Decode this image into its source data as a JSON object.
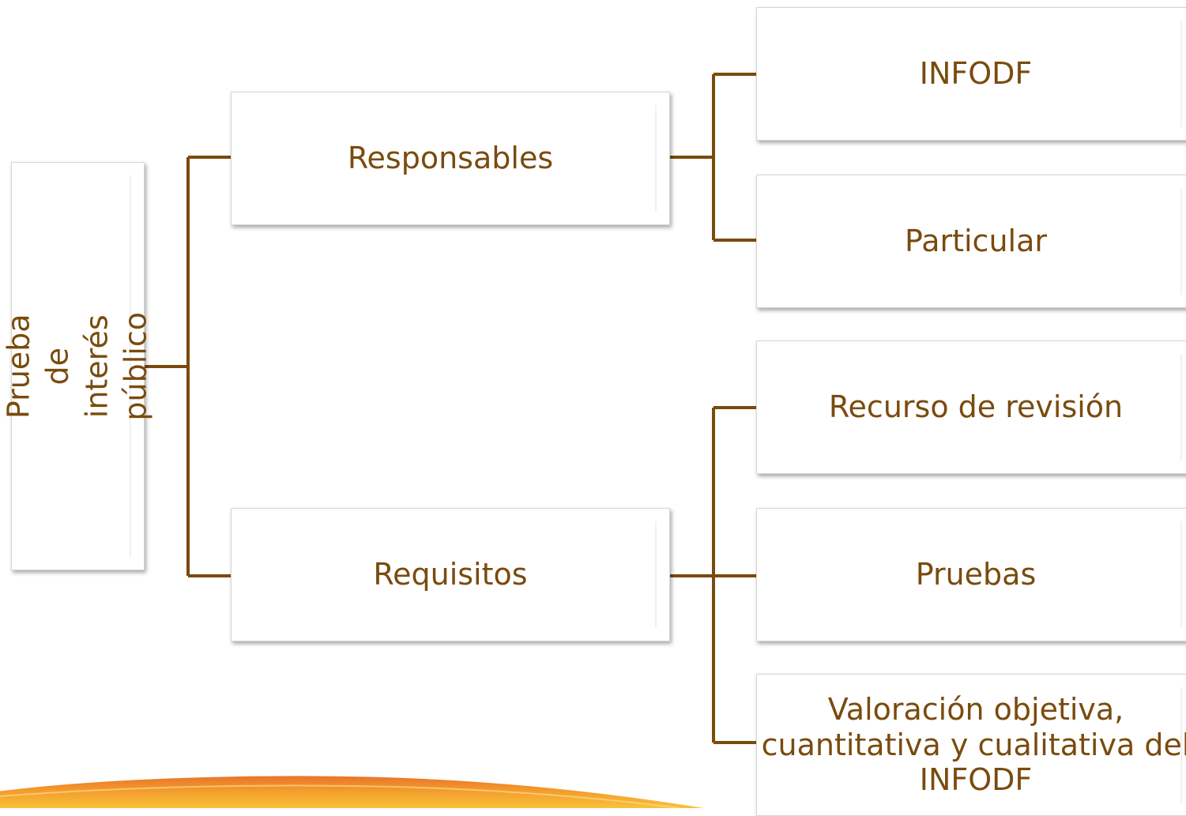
{
  "diagram": {
    "root": {
      "line1": "Prueba de interés",
      "line2": "público"
    },
    "branches": [
      {
        "label": "Responsables",
        "children": [
          "INFODF",
          "Particular"
        ]
      },
      {
        "label": "Requisitos",
        "children": [
          "Recurso de revisión",
          "Pruebas",
          "Valoración objetiva, cuantitativa y cualitativa del INFODF"
        ]
      }
    ]
  },
  "colors": {
    "connector": "#7a4b0e",
    "text": "#7a4b0e",
    "swoosh_top": "#e8702a",
    "swoosh_bottom": "#f6b426"
  }
}
